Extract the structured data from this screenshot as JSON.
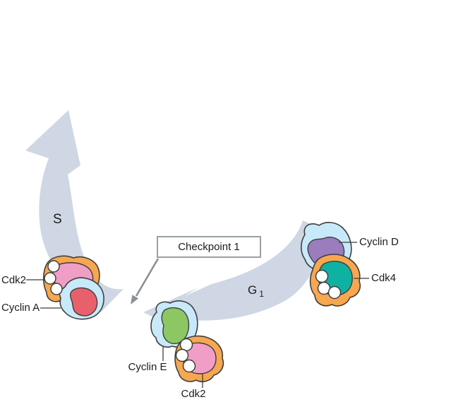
{
  "colors": {
    "arrow_band": "#cfd6e4",
    "pointer_gray": "#8b9196",
    "box_border": "#9aa0a4",
    "outline": "#3f3f3f",
    "text": "#1c1c1c",
    "cdk_orange": "#f7a750",
    "cdk2_pink": "#f19ec6",
    "cdk4_teal": "#0fb2a2",
    "cyclin_blue": "#c8e9f9",
    "cyclin_a_red": "#e8606c",
    "cyclin_d_purple": "#9b7cbd",
    "cyclin_e_green": "#8dc763",
    "site_circle_fill": "#ffffff"
  },
  "phases": {
    "s_label": "S",
    "g_label": "G",
    "g_subscript": "1"
  },
  "checkpoint": {
    "label": "Checkpoint 1"
  },
  "complexes": {
    "left": {
      "kinase_label": "Cdk2",
      "cyclin_label": "Cyclin A"
    },
    "right": {
      "cyclin_label": "Cyclin D",
      "kinase_label": "Cdk4"
    },
    "bottom": {
      "cyclin_label": "Cyclin E",
      "kinase_label": "Cdk2"
    }
  }
}
